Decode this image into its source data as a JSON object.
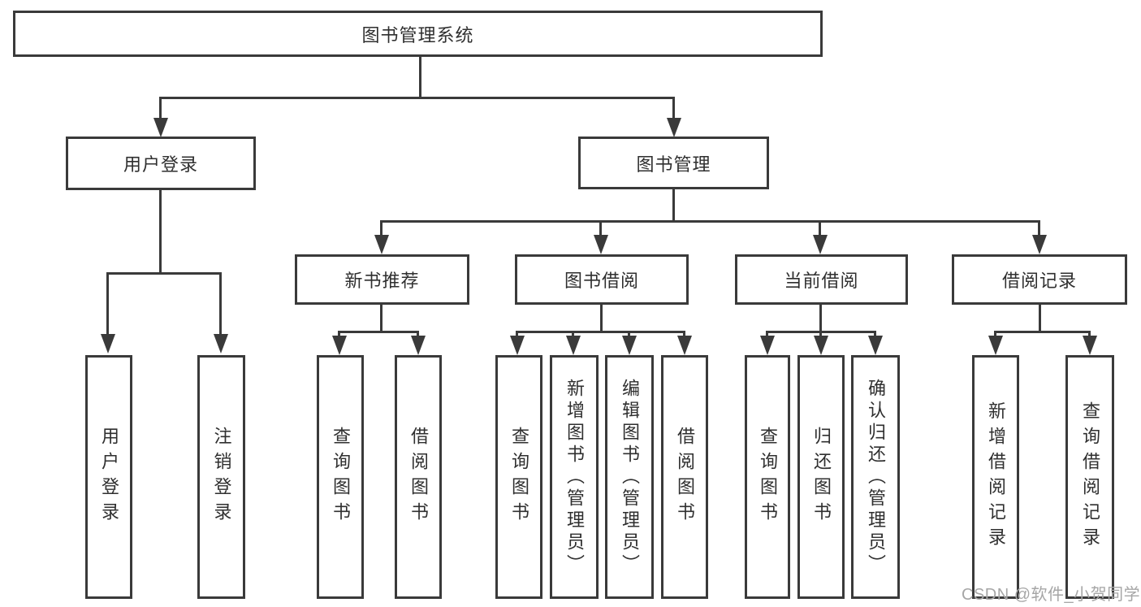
{
  "diagram": {
    "type": "hierarchy-tree",
    "root": "图书管理系统",
    "branches": [
      {
        "label": "用户登录",
        "children": [
          "用户登录",
          "注销登录"
        ]
      },
      {
        "label": "图书管理",
        "groups": [
          {
            "label": "新书推荐",
            "children": [
              "查询图书",
              "借阅图书"
            ]
          },
          {
            "label": "图书借阅",
            "children": [
              "查询图书",
              "新增图书（管理员）",
              "编辑图书（管理员）",
              "借阅图书"
            ]
          },
          {
            "label": "当前借阅",
            "children": [
              "查询图书",
              "归还图书",
              "确认归还（管理员）"
            ]
          },
          {
            "label": "借阅记录",
            "children": [
              "新增借阅记录",
              "查询借阅记录"
            ]
          }
        ]
      }
    ]
  },
  "watermark": "CSDN @软件_小贺同学",
  "colors": {
    "line": "#3a3a3a",
    "box_background": "#ffffff",
    "text": "#2f2f2f",
    "watermark": "#a6a6a6",
    "page_background": "#ffffff"
  }
}
